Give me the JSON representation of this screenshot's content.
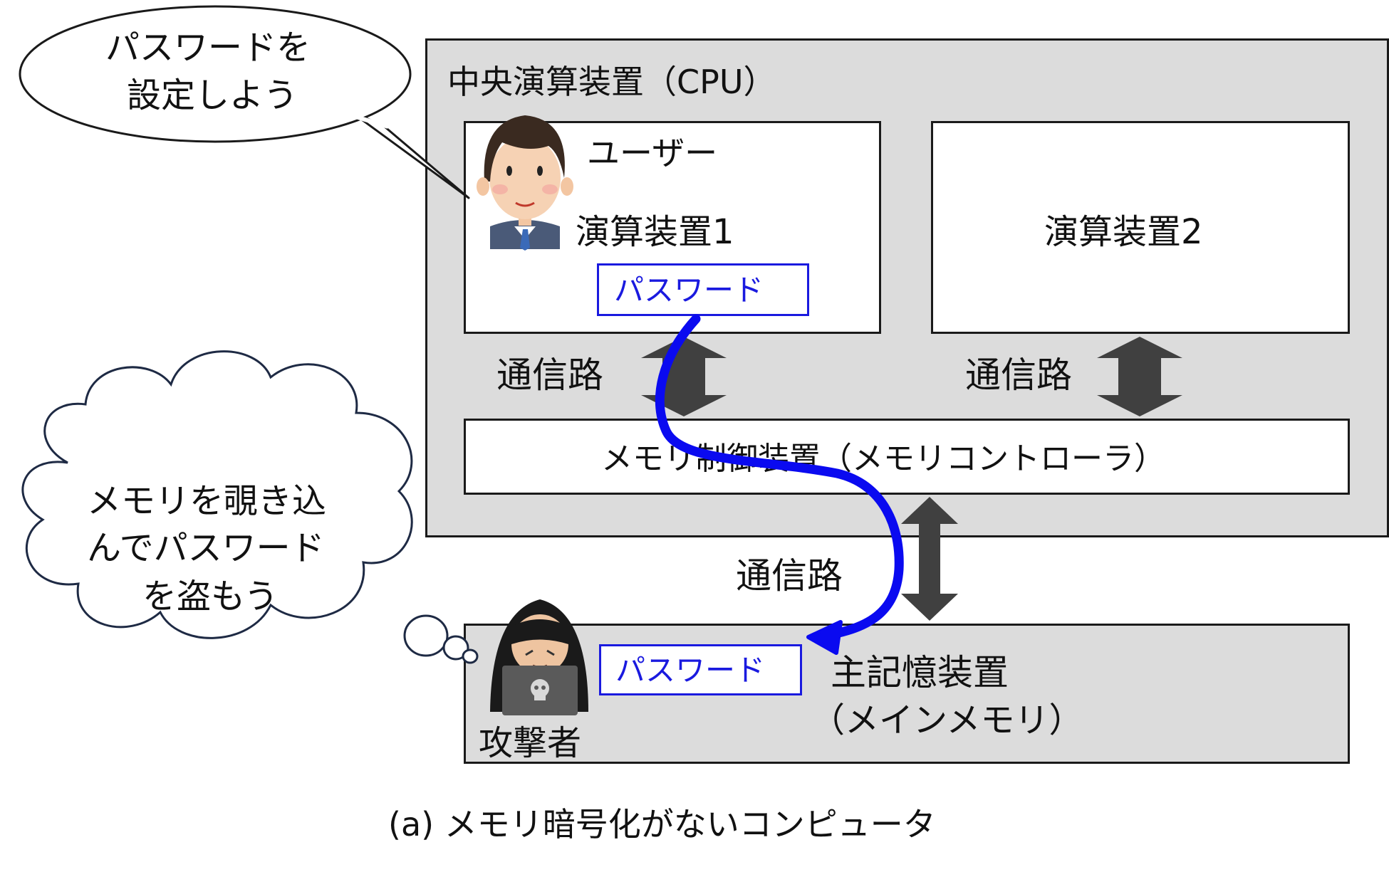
{
  "bubbles": {
    "user_speech": {
      "line1": "パスワードを",
      "line2": "設定しよう"
    },
    "attacker_thought": {
      "line1": "メモリを覗き込",
      "line2": "んでパスワード",
      "line3": "を盗もう"
    }
  },
  "cpu": {
    "title": "中央演算装置（CPU）",
    "unit1": {
      "user_label": "ユーザー",
      "name": "演算装置1",
      "password": "パスワード"
    },
    "unit2": {
      "name": "演算装置2"
    },
    "bus_left": "通信路",
    "bus_right": "通信路",
    "memory_controller": "メモリ制御装置（メモリコントローラ）"
  },
  "bus_lower": "通信路",
  "main_memory": {
    "name": "主記憶装置",
    "subname": "（メインメモリ）",
    "password": "パスワード",
    "attacker_label": "攻撃者"
  },
  "caption": "(a) メモリ暗号化がないコンピュータ",
  "colors": {
    "password_blue": "#1a1adf",
    "flow_arrow_blue": "#0a0af0",
    "panel_gray": "#dcdcdc",
    "bus_arrow_gray": "#404040"
  }
}
